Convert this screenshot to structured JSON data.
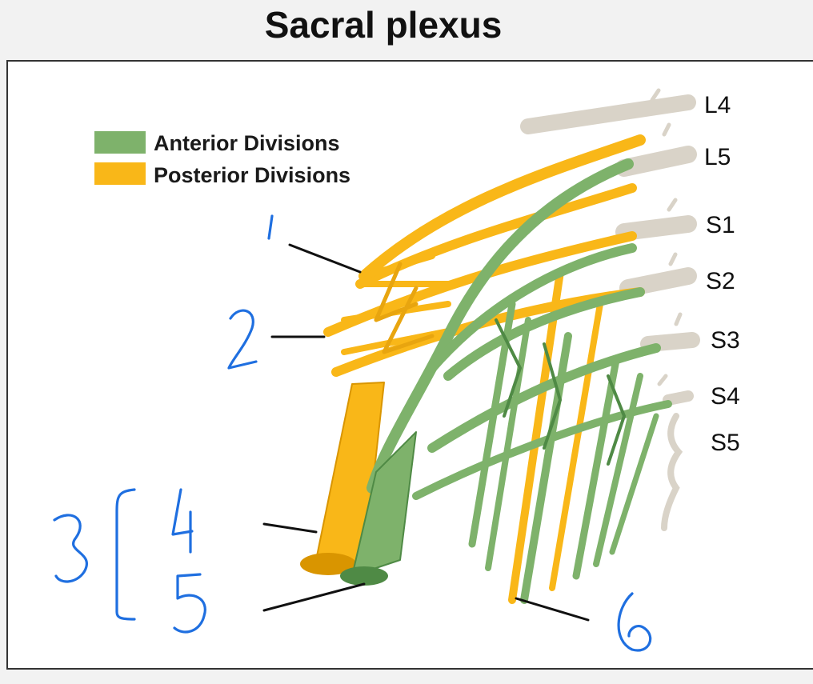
{
  "title": "Sacral plexus",
  "legend": [
    {
      "label": "Anterior Divisions",
      "color": "#7eb26b"
    },
    {
      "label": "Posterior Divisions",
      "color": "#f9b718"
    }
  ],
  "roots": [
    "L4",
    "L5",
    "S1",
    "S2",
    "S3",
    "S4",
    "S5"
  ],
  "colors": {
    "anterior": "#7eb26b",
    "anterior_dark": "#4f8a45",
    "posterior": "#f9b718",
    "posterior_dark": "#d99500",
    "root": "#d9d3c8",
    "annotation": "#1f6fe0"
  },
  "annotations": [
    "1",
    "2",
    "3",
    "4",
    "5",
    "6"
  ]
}
